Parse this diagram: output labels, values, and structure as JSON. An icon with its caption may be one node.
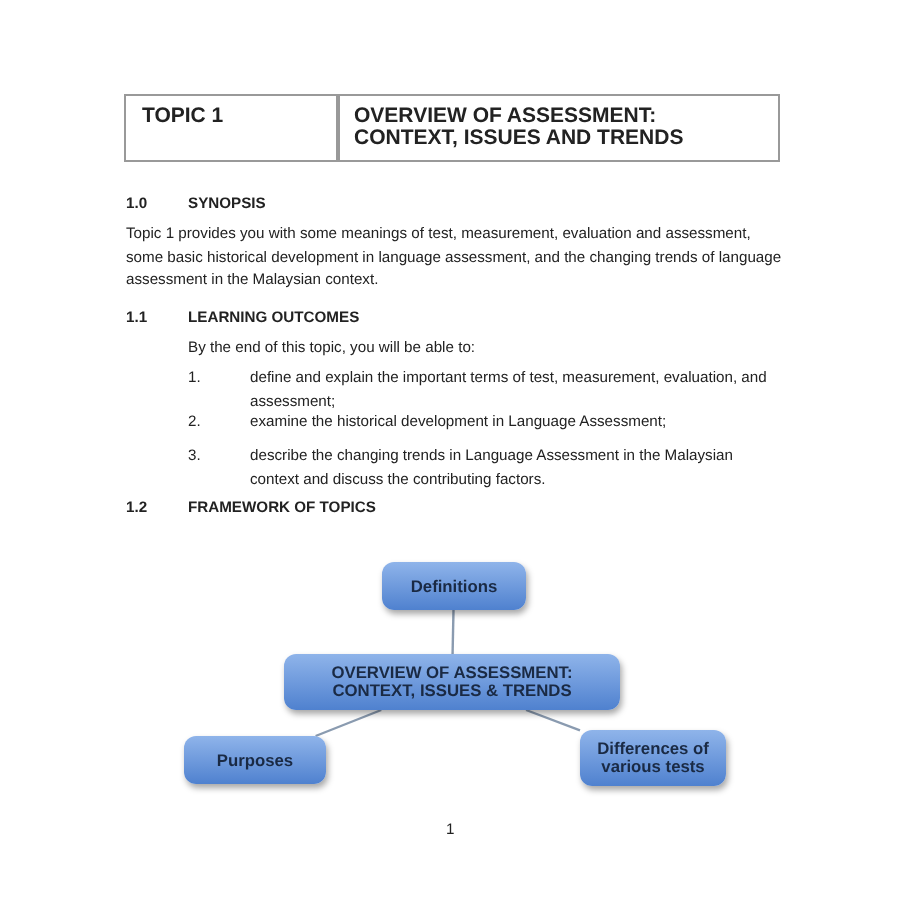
{
  "diagram": {
    "nodes": [
      {
        "text": [
          "Definitions"
        ]
      },
      {
        "text": [
          "OVERVIEW OF ASSESSMENT: CONTEXT, ISSUES & TRENDS"
        ]
      },
      {
        "text": [
          "Purposes"
        ]
      },
      {
        "text": [
          "Differences of various tests"
        ]
      }
    ],
    "edges": [
      {
        "from": 1,
        "to": 0,
        "arrow": "none"
      },
      {
        "from": 1,
        "to": 2,
        "arrow": "none"
      },
      {
        "from": 1,
        "to": 3,
        "arrow": "none"
      }
    ],
    "labels": [
      "TOPIC 1",
      "OVERVIEW OF ASSESSMENT: CONTEXT, ISSUES AND TRENDS",
      "1.0",
      "SYNOPSIS",
      "Topic 1 provides you with some meanings of test, measurement, evaluation and assessment, some basic historical development in language assessment, and the changing trends of language assessment in the Malaysian context.",
      "1.1",
      "LEARNING OUTCOMES",
      "By the end of this topic, you will be able to:",
      "1.",
      "define and explain the important terms of test, measurement, evaluation, and assessment;",
      "2.",
      "examine the historical development in Language Assessment;",
      "3.",
      "describe the changing trends in Language Assessment in the Malaysian context and discuss the contributing factors.",
      "1.2",
      "FRAMEWORK OF TOPICS",
      "1"
    ]
  }
}
